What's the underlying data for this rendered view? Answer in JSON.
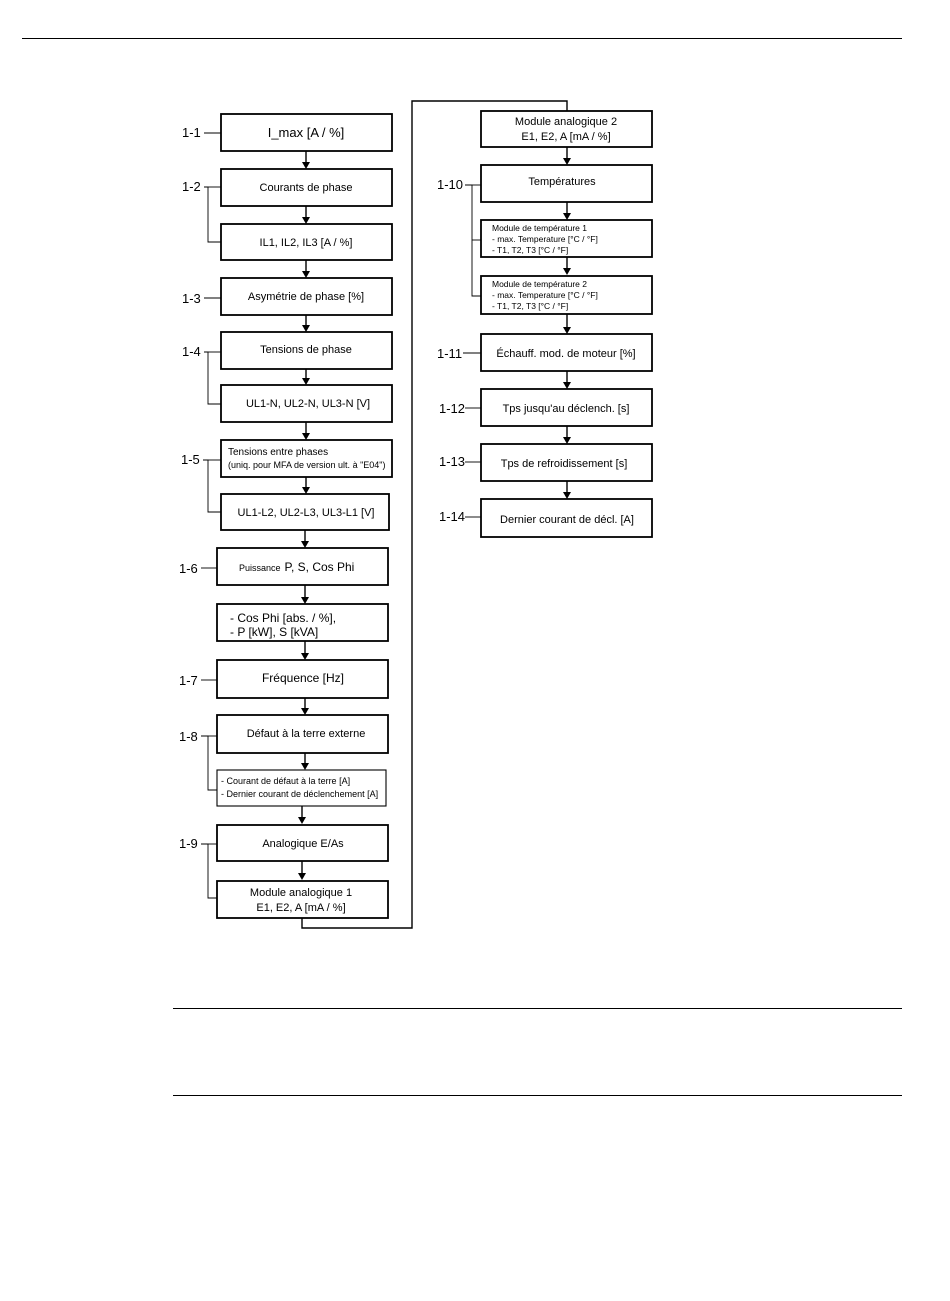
{
  "menu": {
    "items": [
      {
        "id": "1-1",
        "label": "1-1",
        "lines": [
          "I_max [A / %]"
        ]
      },
      {
        "id": "1-2",
        "label": "1-2",
        "lines": [
          "Courants de phase"
        ]
      },
      {
        "id": "1-2b",
        "lines": [
          "IL1, IL2, IL3 [A / %]"
        ]
      },
      {
        "id": "1-3",
        "label": "1-3",
        "lines": [
          "Asymétrie de phase [%]"
        ]
      },
      {
        "id": "1-4",
        "label": "1-4",
        "lines": [
          "Tensions de phase"
        ]
      },
      {
        "id": "1-4b",
        "lines": [
          "UL1-N, UL2-N, UL3-N [V]"
        ]
      },
      {
        "id": "1-5",
        "label": "1-5",
        "lines": [
          "Tensions entre phases",
          "(uniq. pour MFA de version ult. à \"E04\")"
        ]
      },
      {
        "id": "1-5b",
        "lines": [
          "UL1-L2, UL2-L3, UL3-L1 [V]"
        ]
      },
      {
        "id": "1-6",
        "label": "1-6",
        "lines": [
          "Puissance",
          "P, S, Cos Phi"
        ]
      },
      {
        "id": "1-6b",
        "lines": [
          "- Cos Phi [abs. / %],",
          "- P [kW], S [kVA]"
        ]
      },
      {
        "id": "1-7",
        "label": "1-7",
        "lines": [
          "Fréquence [Hz]"
        ]
      },
      {
        "id": "1-8",
        "label": "1-8",
        "lines": [
          "Défaut à la terre externe"
        ]
      },
      {
        "id": "1-8b",
        "lines": [
          "- Courant de défaut à la terre [A]",
          "- Dernier courant de déclenchement [A]"
        ]
      },
      {
        "id": "1-9",
        "label": "1-9",
        "lines": [
          "Analogique E/As"
        ]
      },
      {
        "id": "1-9b",
        "lines": [
          "Module analogique 1",
          "E1, E2, A [mA / %]"
        ]
      },
      {
        "id": "1-9c",
        "lines": [
          "Module analogique 2",
          "E1, E2, A [mA / %]"
        ]
      },
      {
        "id": "1-10",
        "label": "1-10",
        "lines": [
          "Températures"
        ]
      },
      {
        "id": "1-10b",
        "lines": [
          "Module de température 1",
          "- max. Temperature [°C / °F]",
          "- T1, T2, T3 [°C / °F]"
        ]
      },
      {
        "id": "1-10c",
        "lines": [
          "Module de température 2",
          "- max. Temperature [°C / °F]",
          "- T1, T2, T3 [°C / °F]"
        ]
      },
      {
        "id": "1-11",
        "label": "1-11",
        "lines": [
          "Échauff. mod. de moteur [%]"
        ]
      },
      {
        "id": "1-12",
        "label": "1-12",
        "lines": [
          "Tps jusqu'au déclench. [s]"
        ]
      },
      {
        "id": "1-13",
        "label": "1-13",
        "lines": [
          "Tps de refroidissement [s]"
        ]
      },
      {
        "id": "1-14",
        "label": "1-14",
        "lines": [
          "Dernier courant de décl. [A]"
        ]
      }
    ]
  }
}
